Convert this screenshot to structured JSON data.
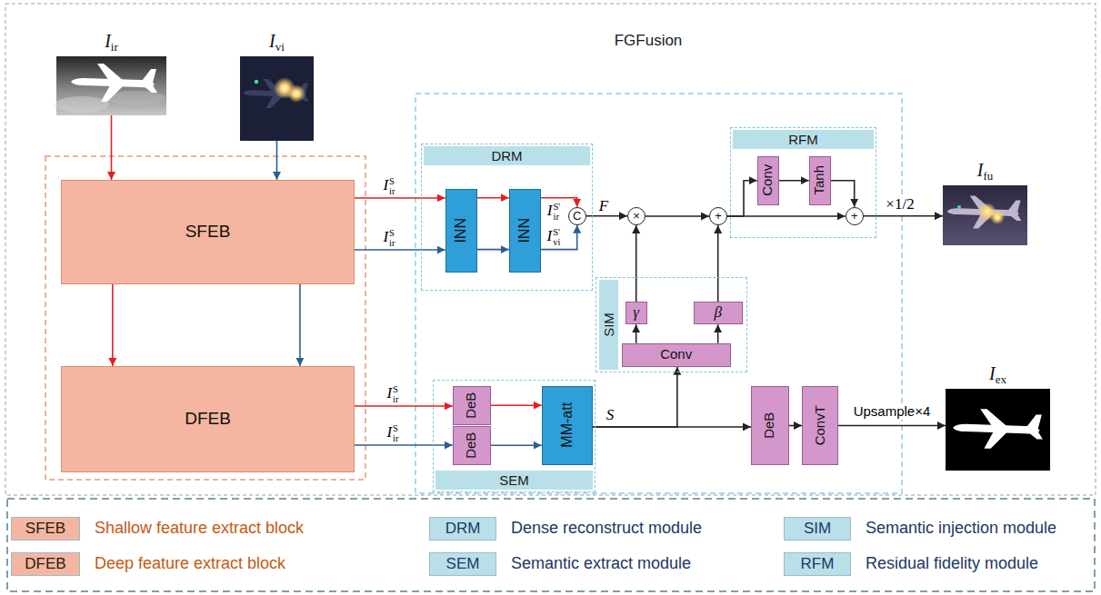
{
  "diagram": {
    "nodes": [
      {
        "text": [
          "Iir"
        ]
      },
      {
        "text": [
          "Ivi"
        ]
      },
      {
        "text": [
          "SFEB"
        ]
      },
      {
        "text": [
          "DFEB"
        ]
      },
      {
        "text": [
          "DRM"
        ]
      },
      {
        "text": [
          "INN"
        ],
        "in": 4
      },
      {
        "text": [
          "INN"
        ],
        "in": 4
      },
      {
        "text": [
          "C"
        ],
        "in": 4
      },
      {
        "text": [
          "RFM"
        ]
      },
      {
        "text": [
          "Conv"
        ],
        "in": 8
      },
      {
        "text": [
          "Tanh"
        ],
        "in": 8
      },
      {
        "text": [
          "+"
        ],
        "in": 8
      },
      {
        "text": [
          "×"
        ]
      },
      {
        "text": [
          "+"
        ]
      },
      {
        "text": [
          "SIM"
        ]
      },
      {
        "text": [
          "γ"
        ],
        "in": 14
      },
      {
        "text": [
          "β"
        ],
        "in": 14
      },
      {
        "text": [
          "Conv"
        ],
        "in": 14
      },
      {
        "text": [
          "SEM"
        ]
      },
      {
        "text": [
          "DeB"
        ],
        "in": 18
      },
      {
        "text": [
          "DeB"
        ],
        "in": 18
      },
      {
        "text": [
          "MM-att"
        ],
        "in": 18
      },
      {
        "text": [
          "DeB"
        ]
      },
      {
        "text": [
          "ConvT"
        ]
      },
      {
        "text": [
          "Ifu"
        ]
      },
      {
        "text": [
          "Iex"
        ]
      }
    ],
    "edges": [
      {
        "from": 0,
        "to": 2,
        "arrow": "to"
      },
      {
        "from": 1,
        "to": 2,
        "arrow": "to"
      },
      {
        "from": 2,
        "to": 3,
        "arrow": "to"
      },
      {
        "from": 2,
        "to": 3,
        "arrow": "to"
      },
      {
        "from": 2,
        "to": 5,
        "label": "IirS",
        "arrow": "to"
      },
      {
        "from": 2,
        "to": 5,
        "label": "IirS",
        "arrow": "to"
      },
      {
        "from": 5,
        "to": 6,
        "arrow": "to"
      },
      {
        "from": 5,
        "to": 6,
        "arrow": "to"
      },
      {
        "from": 6,
        "to": 7,
        "label": "IirS'",
        "arrow": "to"
      },
      {
        "from": 6,
        "to": 7,
        "label": "IviS'",
        "arrow": "to"
      },
      {
        "from": 7,
        "to": 12,
        "label": "F",
        "arrow": "to"
      },
      {
        "from": 12,
        "to": 13,
        "arrow": "to"
      },
      {
        "from": 13,
        "to": 9,
        "arrow": "to"
      },
      {
        "from": 13,
        "to": 11,
        "arrow": "to"
      },
      {
        "from": 9,
        "to": 10,
        "arrow": "to"
      },
      {
        "from": 10,
        "to": 11,
        "arrow": "to"
      },
      {
        "from": 11,
        "to": 24,
        "label": "×1/2",
        "arrow": "to"
      },
      {
        "from": 3,
        "to": 19,
        "label": "IirS",
        "arrow": "to"
      },
      {
        "from": 3,
        "to": 20,
        "label": "IirS",
        "arrow": "to"
      },
      {
        "from": 19,
        "to": 21,
        "arrow": "to"
      },
      {
        "from": 20,
        "to": 21,
        "arrow": "to"
      },
      {
        "from": 21,
        "to": 17,
        "arrow": "to"
      },
      {
        "from": 21,
        "to": 22,
        "label": "S",
        "arrow": "to"
      },
      {
        "from": 17,
        "to": 15,
        "arrow": "to"
      },
      {
        "from": 17,
        "to": 16,
        "arrow": "to"
      },
      {
        "from": 15,
        "to": 12,
        "arrow": "to"
      },
      {
        "from": 16,
        "to": 13,
        "arrow": "to"
      },
      {
        "from": 22,
        "to": 23,
        "arrow": "to"
      },
      {
        "from": 23,
        "to": 25,
        "label": "Upsample×4",
        "arrow": "to"
      }
    ],
    "labels": [
      "FGFusion",
      "SFEB",
      "DRM",
      "SIM",
      "DFEB",
      "SEM",
      "RFM"
    ],
    "legend": [
      {
        "text": "Shallow feature extract block",
        "color": "#F4B6A0"
      },
      {
        "text": "Dense reconstruct module",
        "color": "#B9E0E9"
      },
      {
        "text": "Semantic injection module",
        "color": "#B9E0E9"
      },
      {
        "text": "Deep feature extract block",
        "color": "#F4B6A0"
      },
      {
        "text": "Semantic extract module",
        "color": "#B9E0E9"
      },
      {
        "text": "Residual fidelity module",
        "color": "#B9E0E9"
      }
    ]
  }
}
